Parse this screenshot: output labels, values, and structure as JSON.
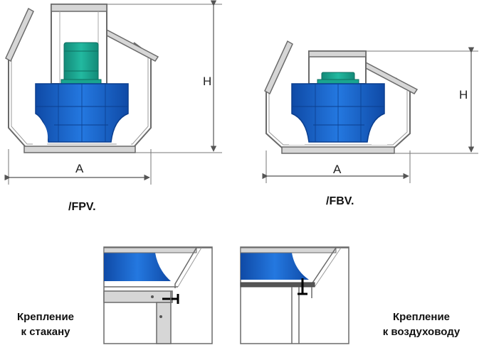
{
  "models": {
    "left": "/FPV.",
    "right": "/FBV."
  },
  "dimensions": {
    "height": "H",
    "width": "A"
  },
  "captions": {
    "left_line1": "Крепление",
    "left_line2": "к стакану",
    "right_line1": "Крепление",
    "right_line2": "к воздуховоду"
  },
  "colors": {
    "fan_blue": "#1c64c8",
    "fan_blue_dark": "#0f4aa6",
    "motor_teal": "#1aa58f",
    "outline": "#6a6a6a",
    "panel_gray": "#d6d6d6"
  }
}
